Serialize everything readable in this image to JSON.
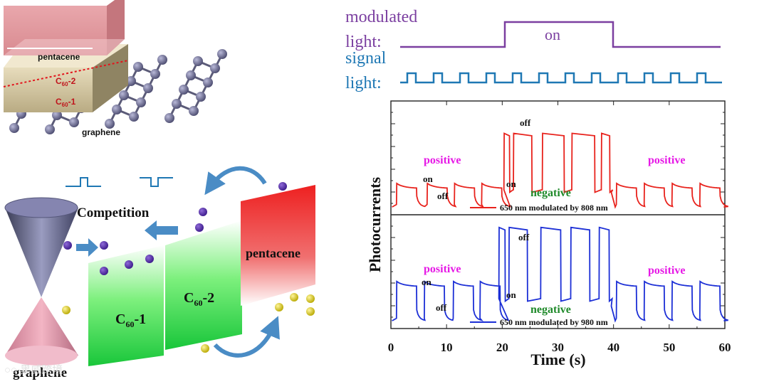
{
  "layer_stack": {
    "pentacene_label": "pentacene",
    "c60_2_label": "C",
    "c60_1_label": "C",
    "c60_sub": "60",
    "c60_2_suffix": "-2",
    "c60_1_suffix": "-1",
    "graphene_label": "graphene"
  },
  "band_diagram": {
    "competition_label": "Competition",
    "c60_1_main": "C",
    "c60_1_sub": "60",
    "c60_1_suffix": "-1",
    "c60_2_main": "C",
    "c60_2_sub": "60",
    "c60_2_suffix": "-2",
    "pentacene_label": "pentacene",
    "graphene_label": "graphene"
  },
  "light_schematic": {
    "modulated_line1": "modulated",
    "modulated_line2": "light:",
    "on_label": "on",
    "signal_line1": "signal",
    "signal_line2": "light:",
    "modulated_color": "#7b3fa0",
    "signal_color": "#1f78b4"
  },
  "watermark": "○○ 黑威跨境",
  "chart_data": {
    "type": "line",
    "xlabel": "Time (s)",
    "ylabel": "Photocurrents",
    "xlim": [
      0,
      60
    ],
    "xticks": [
      0,
      10,
      20,
      30,
      40,
      50,
      60
    ],
    "panels": [
      {
        "name": "650 nm modulated by 808 nm",
        "color": "#e8221c",
        "labels": {
          "positive_left": "positive",
          "positive_right": "positive",
          "negative": "negative",
          "on_1": "on",
          "off_1": "off",
          "on_2": "on",
          "off_2": "off"
        },
        "baseline": 0.1,
        "positive_peak": 0.58,
        "negative_high": 1.6,
        "negative_low": 0.45,
        "on_times": [
          1,
          6.5,
          11.4,
          16.3
        ],
        "on_times_right": [
          40.5,
          45.5,
          50.5,
          55.5
        ],
        "negative_segments": [
          [
            20.3,
            21.3
          ],
          [
            22,
            25.3
          ],
          [
            27.2,
            31.1
          ],
          [
            32.5,
            36.6
          ],
          [
            37.8,
            39.3
          ]
        ]
      },
      {
        "name": "650 nm modulated by 980 nm",
        "color": "#1c2fd6",
        "labels": {
          "positive_left": "positive",
          "positive_right": "positive",
          "negative": "negative",
          "on_1": "on",
          "off_1": "off",
          "on_2": "on",
          "off_2": "off"
        },
        "baseline": 0.1,
        "positive_peak": 0.9,
        "negative_high": 2.0,
        "negative_low": 0.55,
        "on_times": [
          1,
          6,
          11.2,
          16
        ],
        "on_times_right": [
          40.5,
          45.5,
          50.5,
          55.5
        ],
        "negative_segments": [
          [
            19.4,
            20.5
          ],
          [
            21.2,
            24.5
          ],
          [
            26.9,
            30.5
          ],
          [
            32.3,
            35.7
          ],
          [
            37.4,
            39.2
          ]
        ]
      }
    ]
  }
}
